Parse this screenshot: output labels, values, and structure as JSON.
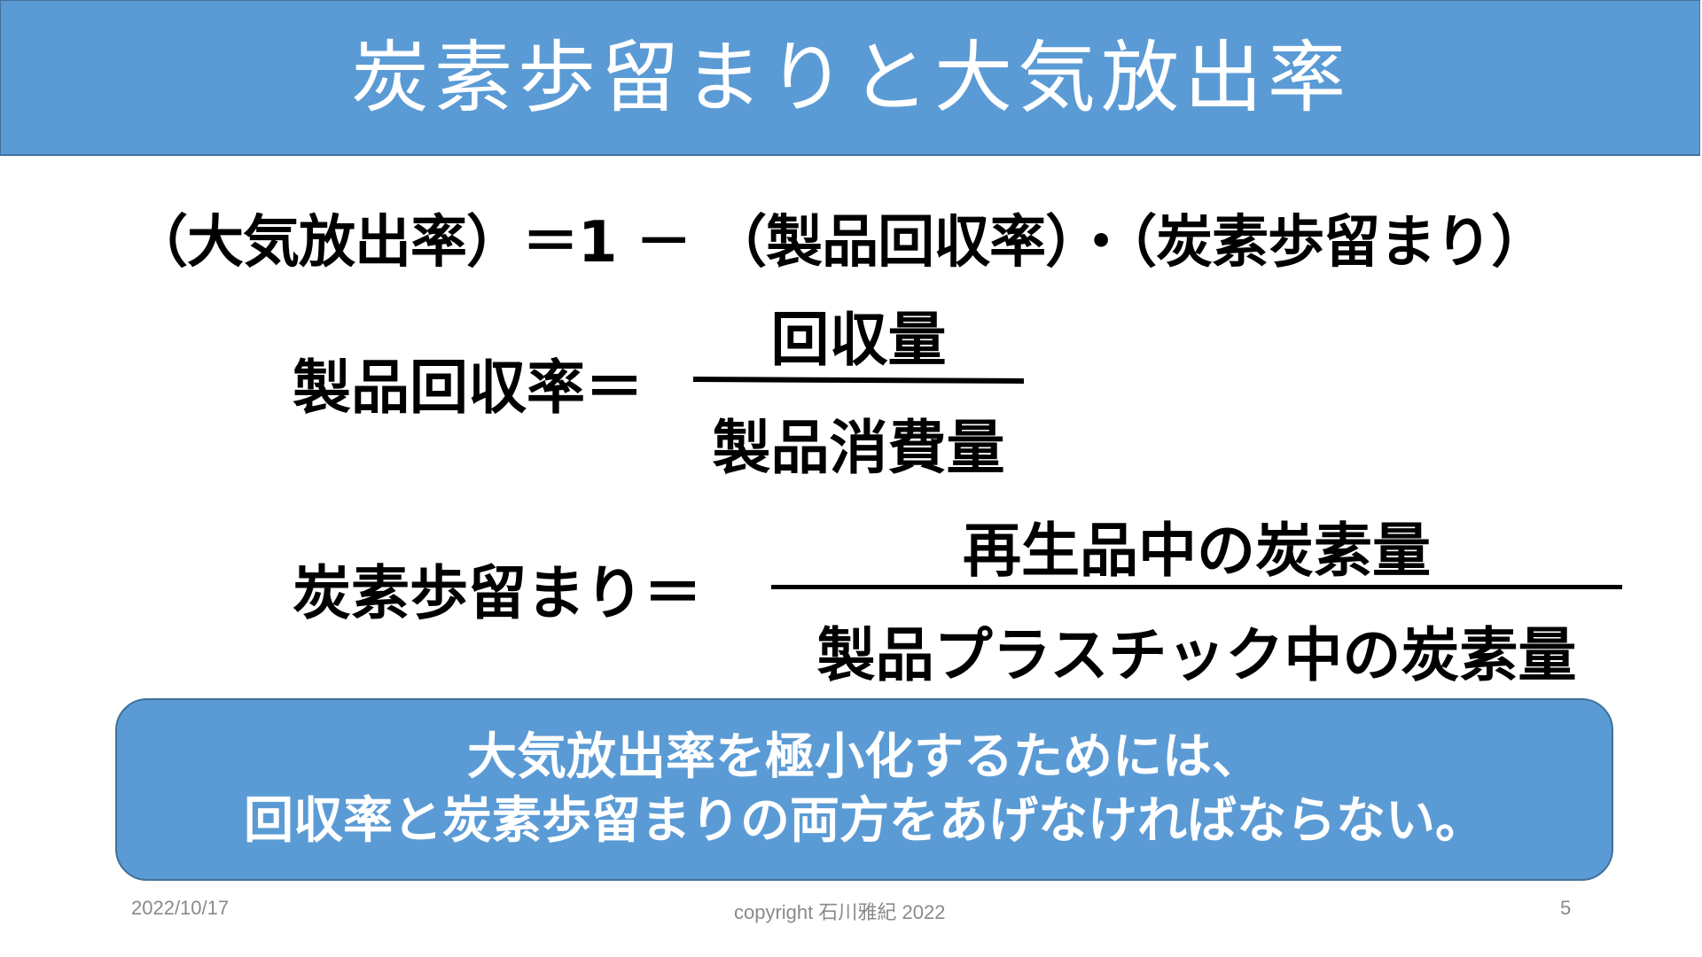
{
  "slide": {
    "title": "炭素歩留まりと大気放出率",
    "main_formula": "（大気放出率）＝1 － （製品回収率）・（炭素歩留まり）",
    "recovery_rate": {
      "label": "製品回収率＝",
      "numerator": "回収量",
      "denominator": "製品消費量"
    },
    "carbon_yield": {
      "label": "炭素歩留まり＝",
      "numerator": "再生品中の炭素量",
      "denominator": "製品プラスチック中の炭素量"
    },
    "callout": {
      "line1": "大気放出率を極小化するためには、",
      "line2": "回収率と炭素歩留まりの両方をあげなければならない。"
    },
    "colors": {
      "accent_blue": "#5b9bd5",
      "border_blue": "#41719c",
      "footer_gray": "#8a8a8a"
    }
  },
  "footer": {
    "date": "2022/10/17",
    "copyright": "copyright 石川雅紀 2022",
    "page_number": "5"
  }
}
